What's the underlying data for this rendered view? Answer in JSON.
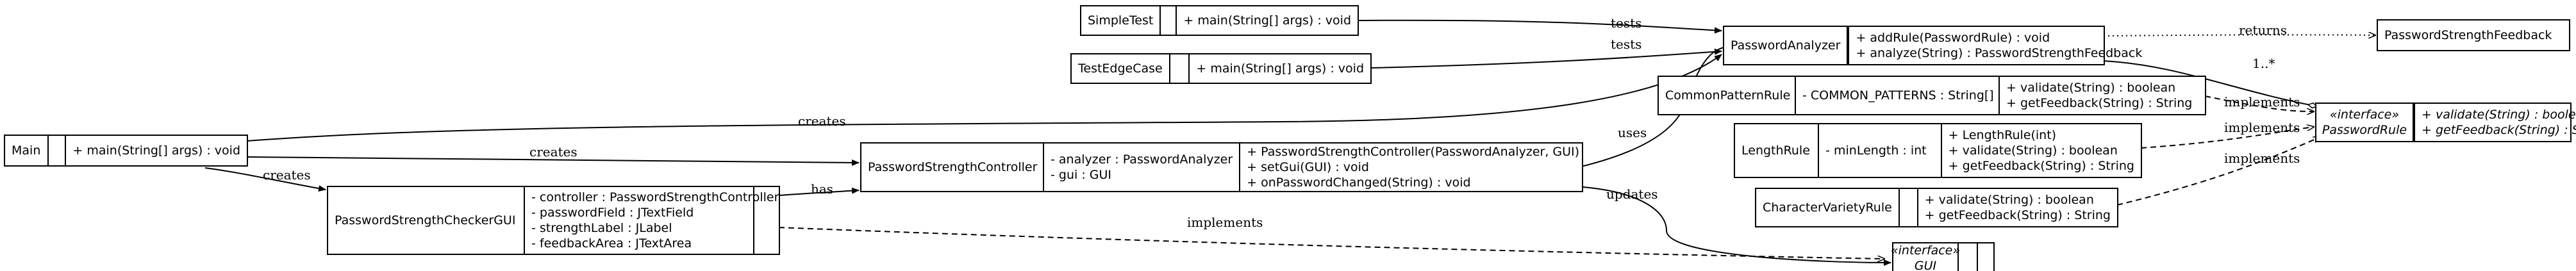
{
  "classes": {
    "simple_test": {
      "name": "SimpleTest",
      "attributes": [],
      "methods": [
        "+ main(String[] args) : void"
      ]
    },
    "test_edge_case": {
      "name": "TestEdgeCase",
      "attributes": [],
      "methods": [
        "+ main(String[] args) : void"
      ]
    },
    "password_analyzer": {
      "name": "PasswordAnalyzer",
      "attributes": [],
      "methods": [
        "+ addRule(PasswordRule) : void",
        "+ analyze(String) : PasswordStrengthFeedback"
      ]
    },
    "password_strength_feedback": {
      "name": "PasswordStrengthFeedback"
    },
    "common_pattern_rule": {
      "name": "CommonPatternRule",
      "attributes": [
        "- COMMON_PATTERNS : String[]"
      ],
      "methods": [
        "+ validate(String) : boolean",
        "+ getFeedback(String) : String"
      ]
    },
    "password_rule": {
      "stereotype": "«interface»",
      "name": "PasswordRule",
      "attributes": [],
      "methods": [
        "+ validate(String) : boolean",
        "+ getFeedback(String) : String"
      ]
    },
    "length_rule": {
      "name": "LengthRule",
      "attributes": [
        "- minLength : int"
      ],
      "methods": [
        "+ LengthRule(int)",
        "+ validate(String) : boolean",
        "+ getFeedback(String) : String"
      ]
    },
    "character_variety_rule": {
      "name": "CharacterVarietyRule",
      "attributes": [],
      "methods": [
        "+ validate(String) : boolean",
        "+ getFeedback(String) : String"
      ]
    },
    "main": {
      "name": "Main",
      "attributes": [],
      "methods": [
        "+ main(String[] args) : void"
      ]
    },
    "password_strength_controller": {
      "name": "PasswordStrengthController",
      "attributes": [
        "- analyzer : PasswordAnalyzer",
        "- gui : GUI"
      ],
      "methods": [
        "+ PasswordStrengthController(PasswordAnalyzer, GUI)",
        "+ setGui(GUI) : void",
        "+ onPasswordChanged(String) : void"
      ]
    },
    "password_strength_checker_gui": {
      "name": "PasswordStrengthCheckerGUI",
      "attributes": [
        "- controller : PasswordStrengthController",
        "- passwordField : JTextField",
        "- strengthLabel : JLabel",
        "- feedbackArea : JTextArea"
      ],
      "methods": []
    },
    "gui": {
      "stereotype": "«interface»",
      "name": "GUI",
      "attributes": [],
      "methods": []
    }
  },
  "relations": {
    "simple_test_tests": "tests",
    "edge_case_tests": "tests",
    "analyzer_returns": "returns",
    "analyzer_multiplicity": "1..*",
    "common_implements": "implements",
    "length_implements": "implements",
    "variety_implements": "implements",
    "main_creates_analyzer": "creates",
    "main_creates_controller": "creates",
    "main_creates_gui": "creates",
    "controller_uses": "uses",
    "controller_updates": "updates",
    "gui_has": "has",
    "gui_implements": "implements"
  }
}
